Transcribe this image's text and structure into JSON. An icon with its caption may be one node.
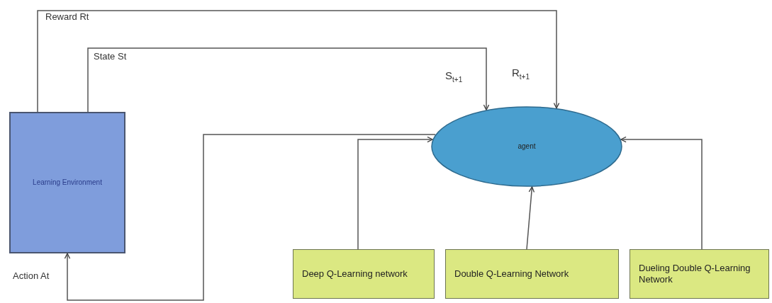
{
  "diagram": {
    "nodes": [
      {
        "text": [
          "Learning Environment"
        ]
      },
      {
        "text": [
          "agent"
        ]
      },
      {
        "text": [
          "Deep Q-Learning network"
        ]
      },
      {
        "text": [
          "Double Q-Learning Network"
        ]
      },
      {
        "text": [
          "Dueling Double Q-Learning Network"
        ]
      }
    ],
    "edges": [
      {
        "from": 0,
        "to": 1,
        "arrow": "to",
        "label": "Reward Rt"
      },
      {
        "from": 0,
        "to": 1,
        "arrow": "to",
        "label": "State St"
      },
      {
        "from": 1,
        "to": 0,
        "arrow": "to",
        "label": "Action At"
      },
      {
        "from": 2,
        "to": 1,
        "arrow": "to"
      },
      {
        "from": 3,
        "to": 1,
        "arrow": "to"
      },
      {
        "from": 4,
        "to": 1,
        "arrow": "to"
      }
    ],
    "labels": [
      "S$_{t+1}$",
      "R$_{t+1}$"
    ]
  }
}
